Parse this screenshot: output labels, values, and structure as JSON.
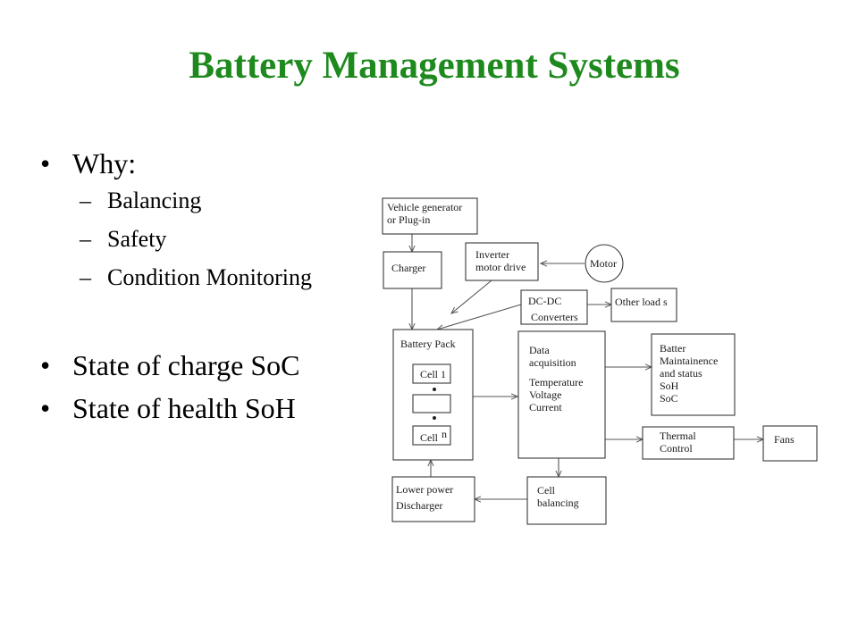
{
  "slide": {
    "title": "Battery Management Systems",
    "bullets": {
      "why": "Why:",
      "why_items": [
        "Balancing",
        "Safety",
        "Condition Monitoring"
      ],
      "soc": "State of charge SoC",
      "soh": "State of health SoH"
    }
  },
  "diagram": {
    "vehicle_generator": [
      "Vehicle generator",
      "or Plug-in"
    ],
    "charger": "Charger",
    "inverter": [
      "Inverter",
      "motor drive"
    ],
    "motor": "Motor",
    "dcdc": [
      "DC-DC",
      "Converters"
    ],
    "other_loads": "Other load s",
    "battery_pack": "Battery Pack",
    "cell_1": "Cell 1",
    "cell_n": [
      "Cell",
      "n"
    ],
    "data_acquisition": [
      "Data",
      "acquisition",
      "Temperature",
      "Voltage",
      "Current"
    ],
    "maintenance": [
      "Batter",
      "Maintainence",
      "and status",
      "SoH",
      "SoC"
    ],
    "thermal": [
      "Thermal",
      "Control"
    ],
    "fans": "Fans",
    "cell_balancing": [
      "Cell",
      "balancing"
    ],
    "lower_power": [
      "Lower power",
      "Discharger"
    ]
  },
  "colors": {
    "title": "#1e8a1e",
    "text": "#000000",
    "diagram_line": "#555555"
  }
}
